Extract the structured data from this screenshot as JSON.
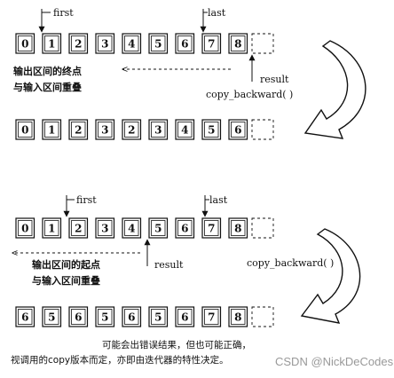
{
  "arrays": {
    "top_before": [
      "0",
      "1",
      "2",
      "3",
      "4",
      "5",
      "6",
      "7",
      "8"
    ],
    "top_after": [
      "0",
      "1",
      "2",
      "3",
      "2",
      "3",
      "4",
      "5",
      "6"
    ],
    "bottom_before": [
      "0",
      "1",
      "2",
      "3",
      "4",
      "5",
      "6",
      "7",
      "8"
    ],
    "bottom_after": [
      "6",
      "5",
      "6",
      "5",
      "6",
      "5",
      "6",
      "7",
      "8"
    ]
  },
  "labels": {
    "first": "first",
    "last": "last",
    "result": "result",
    "copy_backward_top": "copy_backward( )",
    "copy_backward_bottom": "copy_backward( )"
  },
  "notes": {
    "top_line1": "输出区间的终点",
    "top_line2": "与输入区间重叠",
    "bottom_line1": "输出区间的起点",
    "bottom_line2": "与输入区间重叠",
    "footer_line1": "可能会出错误结果，但也可能正确，",
    "footer_line2": "视调用的copy版本而定，亦即由迭代器的特性决定。"
  },
  "watermark": "CSDN @NickDeCodes"
}
